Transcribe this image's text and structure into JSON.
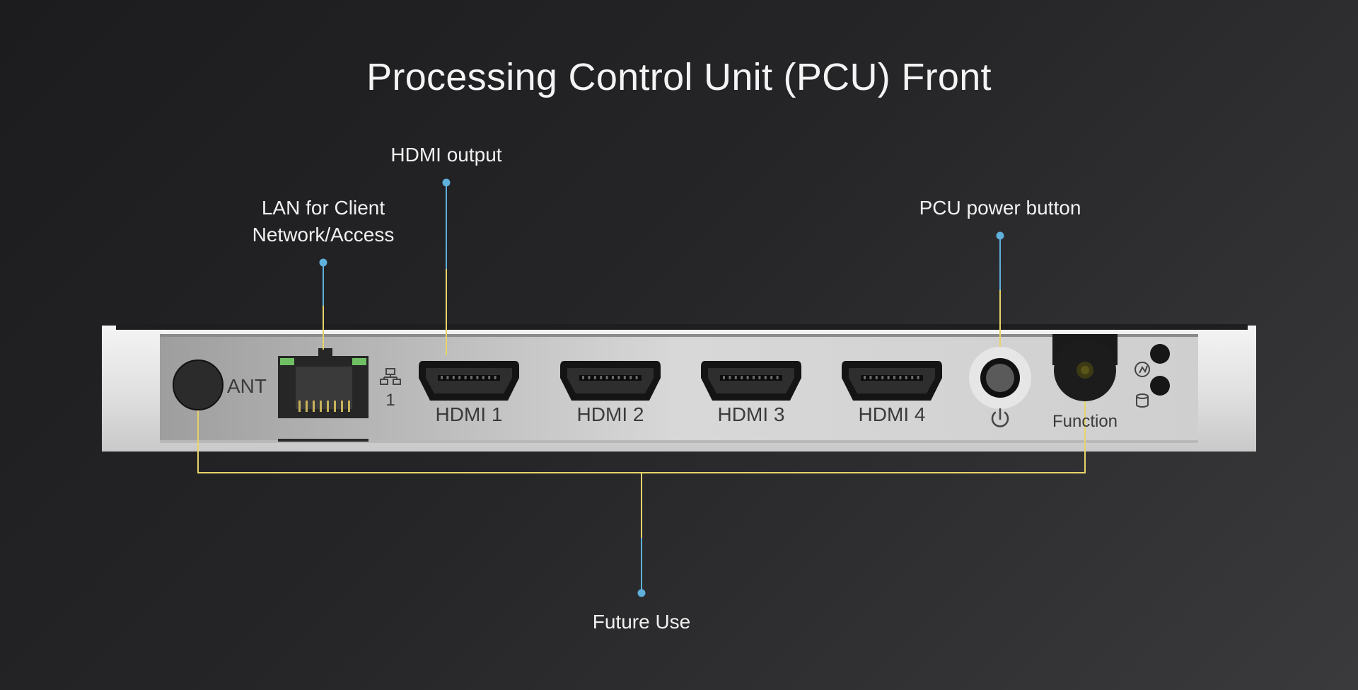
{
  "title": "Processing Control Unit (PCU) Front",
  "callouts": {
    "hdmi_output": "HDMI output",
    "lan_line1": "LAN for Client",
    "lan_line2": "Network/Access",
    "power": "PCU power button",
    "future_use": "Future Use"
  },
  "device": {
    "ant_label": "ANT",
    "lan_port_number": "1",
    "hdmi_ports": [
      "HDMI 1",
      "HDMI 2",
      "HDMI 3",
      "HDMI 4"
    ],
    "function_label": "Function"
  },
  "colors": {
    "leader_blue": "#5fb0db",
    "leader_yellow": "#e7d36a",
    "device_body": "#d9d9d9",
    "lan_led": "#6fc063"
  },
  "icons": [
    "network-icon",
    "power-icon",
    "power-led-icon",
    "storage-led-icon"
  ]
}
